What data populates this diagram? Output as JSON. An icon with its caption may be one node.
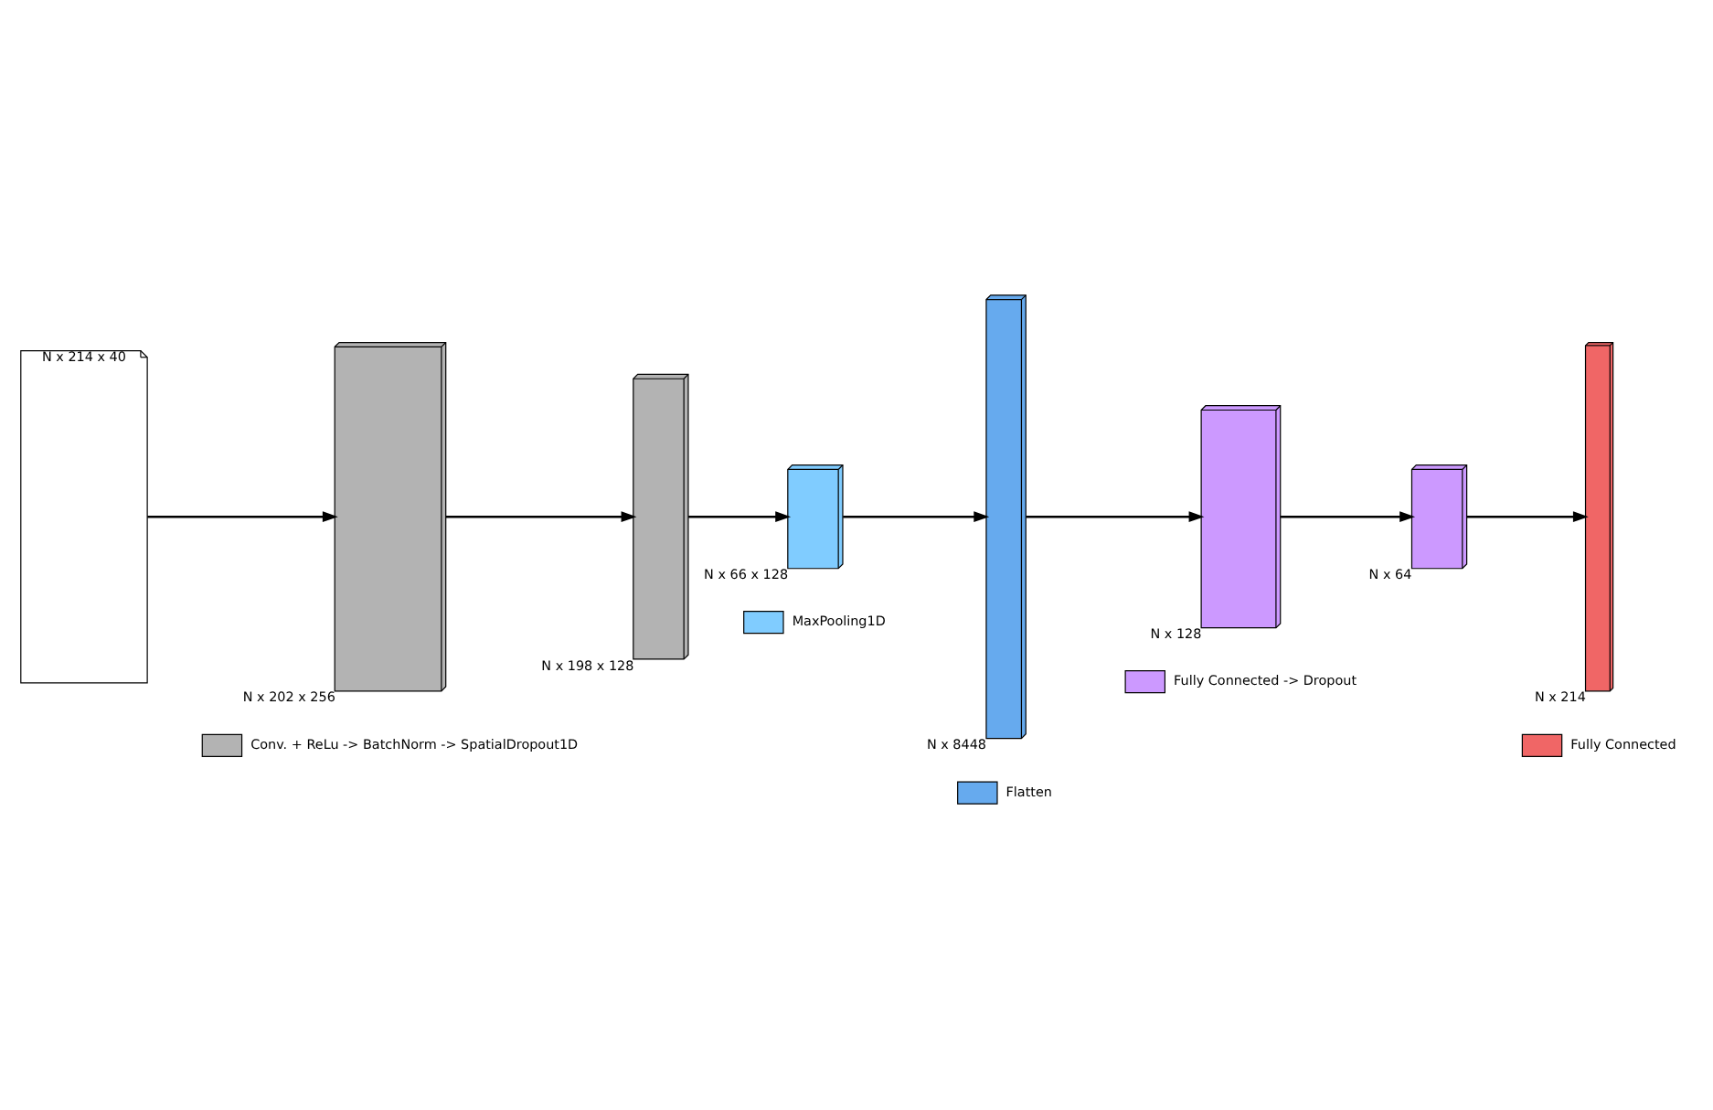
{
  "diagram": {
    "nodes": [
      {
        "text": [
          "N x 214 x 40"
        ]
      },
      {
        "text": [
          "N x 202 x 256"
        ]
      },
      {
        "text": [
          "N x 198 x 128"
        ]
      },
      {
        "text": [
          "N x 66 x 128"
        ]
      },
      {
        "text": [
          "N x 8448"
        ]
      },
      {
        "text": [
          "N x 128"
        ]
      },
      {
        "text": [
          "N x 64"
        ]
      },
      {
        "text": [
          "N x 214"
        ]
      }
    ],
    "edges": [
      {
        "from": 0,
        "to": 1,
        "arrow": "to"
      },
      {
        "from": 1,
        "to": 2,
        "arrow": "to"
      },
      {
        "from": 2,
        "to": 3,
        "arrow": "to"
      },
      {
        "from": 3,
        "to": 4,
        "arrow": "to"
      },
      {
        "from": 4,
        "to": 5,
        "arrow": "to"
      },
      {
        "from": 5,
        "to": 6,
        "arrow": "to"
      },
      {
        "from": 6,
        "to": 7,
        "arrow": "to"
      }
    ],
    "legend": [
      {
        "text": "Conv. + ReLu -> BatchNorm -> SpatialDropout1D",
        "color": "#b3b3b3"
      },
      {
        "text": "Fully Connected -> Dropout",
        "color": "#cc99ff"
      },
      {
        "text": "MaxPooling1D",
        "color": "#80ccff"
      },
      {
        "text": "Flatten",
        "color": "#66aaee"
      },
      {
        "text": "Fully Connected",
        "color": "#f06666"
      }
    ]
  }
}
